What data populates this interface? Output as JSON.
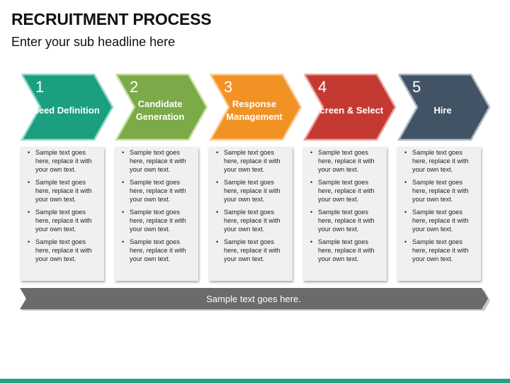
{
  "title": "RECRUITMENT PROCESS",
  "subtitle": "Enter your sub headline here",
  "steps": [
    {
      "number": "1",
      "label": "Need Definition",
      "color": "#1c9e80",
      "light": "#8fd9c6"
    },
    {
      "number": "2",
      "label": "Candidate Generation",
      "color": "#7daa48",
      "light": "#c5e0a0"
    },
    {
      "number": "3",
      "label": "Response Management",
      "color": "#f29225",
      "light": "#fbd09a"
    },
    {
      "number": "4",
      "label": "Screen & Select",
      "color": "#c43a32",
      "light": "#eba29c"
    },
    {
      "number": "5",
      "label": "Hire",
      "color": "#435366",
      "light": "#aab4c2"
    }
  ],
  "cards": [
    [
      "Sample text goes here, replace it with your own text.",
      "Sample text goes here, replace it with your own text.",
      "Sample text goes here, replace it with your own text.",
      "Sample text goes here, replace it with your own text."
    ],
    [
      "Sample text goes here, replace it with your own text.",
      "Sample text goes here, replace it with your own text.",
      "Sample text goes here, replace it with your own text.",
      "Sample text goes here, replace it with your own text."
    ],
    [
      "Sample text goes here, replace it with your own text.",
      "Sample text goes here, replace it with your own text.",
      "Sample text goes here, replace it with your own text.",
      "Sample text goes here, replace it with your own text."
    ],
    [
      "Sample text goes here, replace it with your own text.",
      "Sample text goes here, replace it with your own text.",
      "Sample text goes here, replace it with your own text.",
      "Sample text goes here, replace it with your own text."
    ],
    [
      "Sample text goes here, replace it with your own text.",
      "Sample text goes here, replace it with your own text.",
      "Sample text goes here, replace it with your own text.",
      "Sample text goes here, replace it with your own text."
    ]
  ],
  "banner": {
    "text": "Sample text goes here.",
    "color": "#6b6b6b"
  },
  "footer_color": "#1fa384"
}
